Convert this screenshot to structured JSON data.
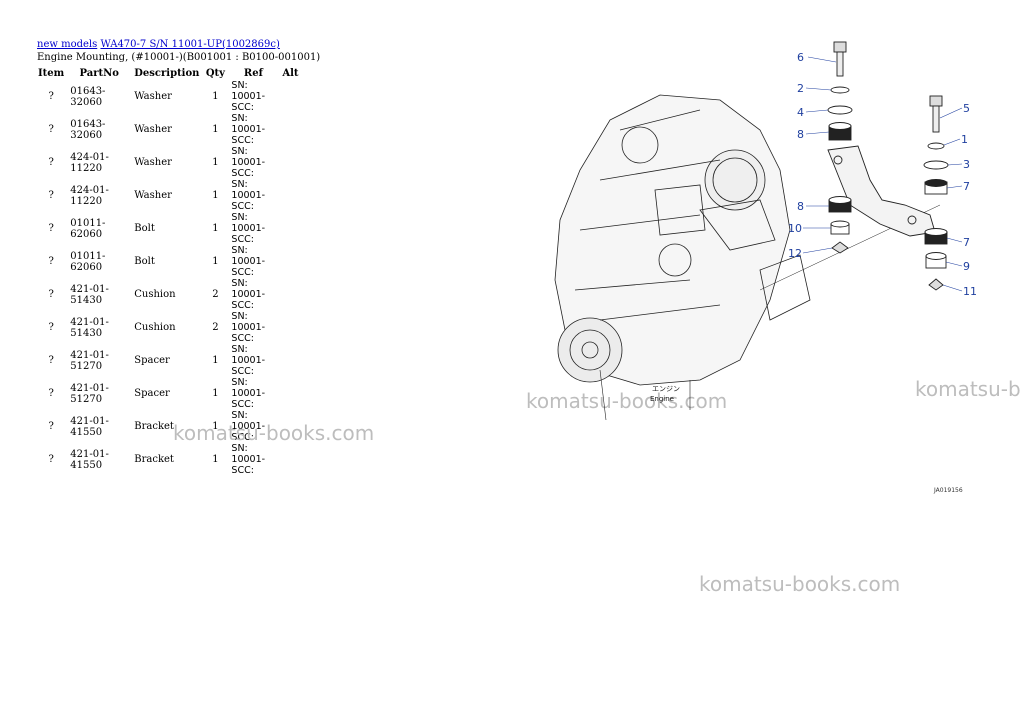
{
  "breadcrumb": {
    "link1": "new models",
    "link2": "WA470-7 S/N 11001-UP(1002869c)"
  },
  "subtitle": "Engine Mounting, (#10001-)(B001001 : B0100-001001)",
  "table": {
    "headers": [
      "Item",
      "PartNo",
      "Description",
      "Qty",
      "Ref",
      "Alt"
    ],
    "rows": [
      {
        "item": "?",
        "part_no": "01643-32060",
        "description": "Washer",
        "qty": "1",
        "ref": "SN: 10001-SCC:",
        "alt": ""
      },
      {
        "item": "?",
        "part_no": "01643-32060",
        "description": "Washer",
        "qty": "1",
        "ref": "SN: 10001-SCC:",
        "alt": ""
      },
      {
        "item": "?",
        "part_no": "424-01-11220",
        "description": "Washer",
        "qty": "1",
        "ref": "SN: 10001-SCC:",
        "alt": ""
      },
      {
        "item": "?",
        "part_no": "424-01-11220",
        "description": "Washer",
        "qty": "1",
        "ref": "SN: 10001-SCC:",
        "alt": ""
      },
      {
        "item": "?",
        "part_no": "01011-62060",
        "description": "Bolt",
        "qty": "1",
        "ref": "SN: 10001-SCC:",
        "alt": ""
      },
      {
        "item": "?",
        "part_no": "01011-62060",
        "description": "Bolt",
        "qty": "1",
        "ref": "SN: 10001-SCC:",
        "alt": ""
      },
      {
        "item": "?",
        "part_no": "421-01-51430",
        "description": "Cushion",
        "qty": "2",
        "ref": "SN: 10001-SCC:",
        "alt": ""
      },
      {
        "item": "?",
        "part_no": "421-01-51430",
        "description": "Cushion",
        "qty": "2",
        "ref": "SN: 10001-SCC:",
        "alt": ""
      },
      {
        "item": "?",
        "part_no": "421-01-51270",
        "description": "Spacer",
        "qty": "1",
        "ref": "SN: 10001-SCC:",
        "alt": ""
      },
      {
        "item": "?",
        "part_no": "421-01-51270",
        "description": "Spacer",
        "qty": "1",
        "ref": "SN: 10001-SCC:",
        "alt": ""
      },
      {
        "item": "?",
        "part_no": "421-01-41550",
        "description": "Bracket",
        "qty": "1",
        "ref": "SN: 10001-SCC:",
        "alt": ""
      },
      {
        "item": "?",
        "part_no": "421-01-41550",
        "description": "Bracket",
        "qty": "1",
        "ref": "SN: 10001-SCC:",
        "alt": ""
      }
    ]
  },
  "watermarks": [
    "komatsu-books.com",
    "komatsu-books.com",
    "komatsu-b",
    "komatsu-books.com"
  ],
  "diagram": {
    "engine_label_jp": "エンジン",
    "engine_label_en": "Engine",
    "callouts": [
      "6",
      "2",
      "4",
      "8",
      "8",
      "10",
      "12",
      "5",
      "1",
      "3",
      "7",
      "7",
      "9",
      "11"
    ],
    "drawing_id": "JA019156"
  }
}
